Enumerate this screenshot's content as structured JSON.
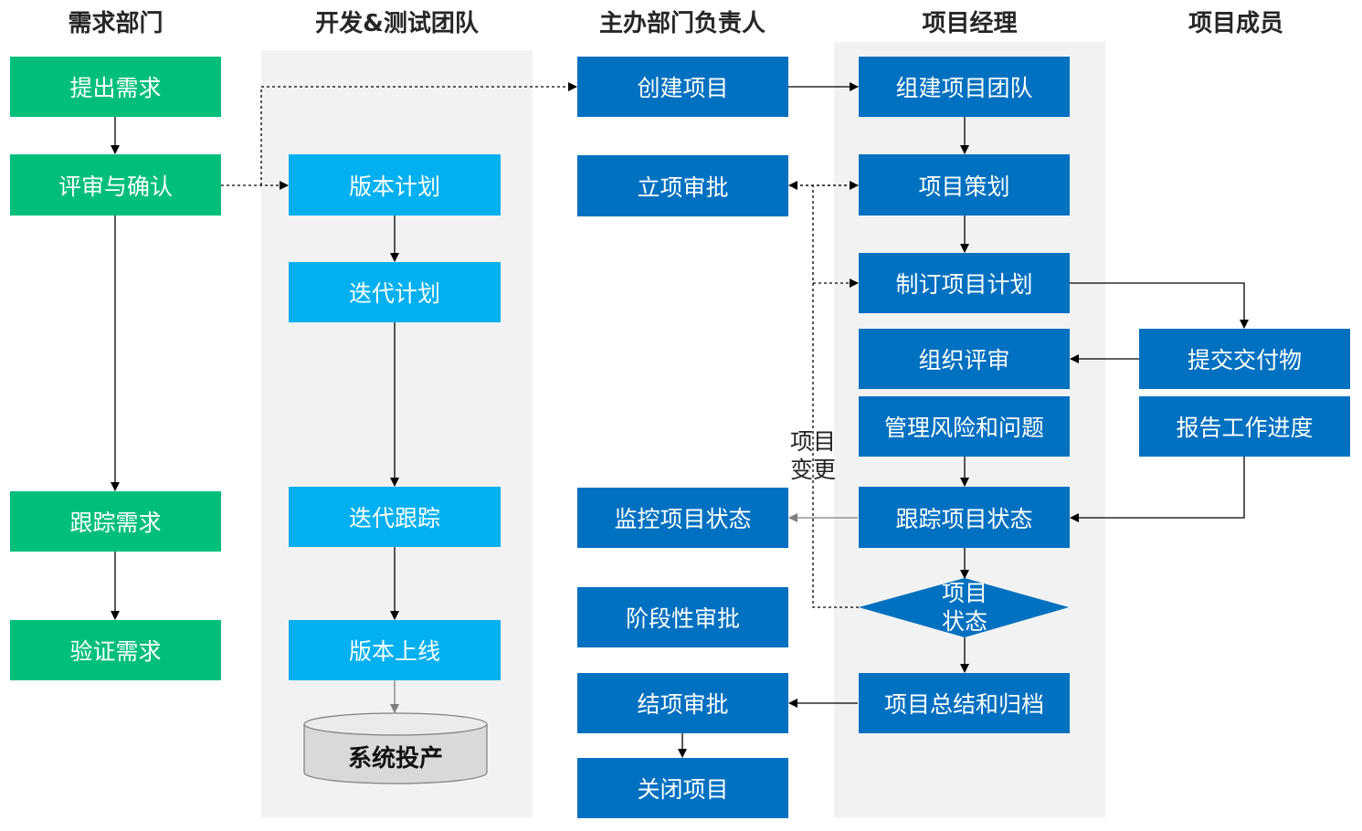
{
  "lanes": {
    "demand_dept": "需求部门",
    "dev_test_team": "开发&测试团队",
    "sponsor": "主办部门负责人",
    "project_manager": "项目经理",
    "project_members": "项目成员"
  },
  "demand_dept": {
    "submit": "提出需求",
    "review": "评审与确认",
    "track": "跟踪需求",
    "verify": "验证需求"
  },
  "dev_test": {
    "version_plan": "版本计划",
    "iteration_plan": "迭代计划",
    "iteration_track": "迭代跟踪",
    "version_release": "版本上线",
    "production": "系统投产"
  },
  "sponsor": {
    "create_project": "创建项目",
    "approve_project": "立项审批",
    "monitor_status": "监控项目状态",
    "phase_approval": "阶段性审批",
    "closure_approval": "结项审批",
    "close_project": "关闭项目"
  },
  "project_manager": {
    "build_team": "组建项目团队",
    "planning": "项目策划",
    "make_plan": "制订项目计划",
    "organize_review": "组织评审",
    "manage_risks": "管理风险和问题",
    "track_status": "跟踪项目状态",
    "status_decision_line1": "项目",
    "status_decision_line2": "状态",
    "summary_archive": "项目总结和归档"
  },
  "project_members": {
    "submit_deliverables": "提交交付物",
    "report_progress": "报告工作进度"
  },
  "annotations": {
    "change_line1": "项目",
    "change_line2": "变更"
  },
  "colors": {
    "demand_green": "#00bf7a",
    "dev_cyan": "#00b0f0",
    "pm_blue": "#0070c0",
    "lane_bg": "#f2f2f2"
  }
}
